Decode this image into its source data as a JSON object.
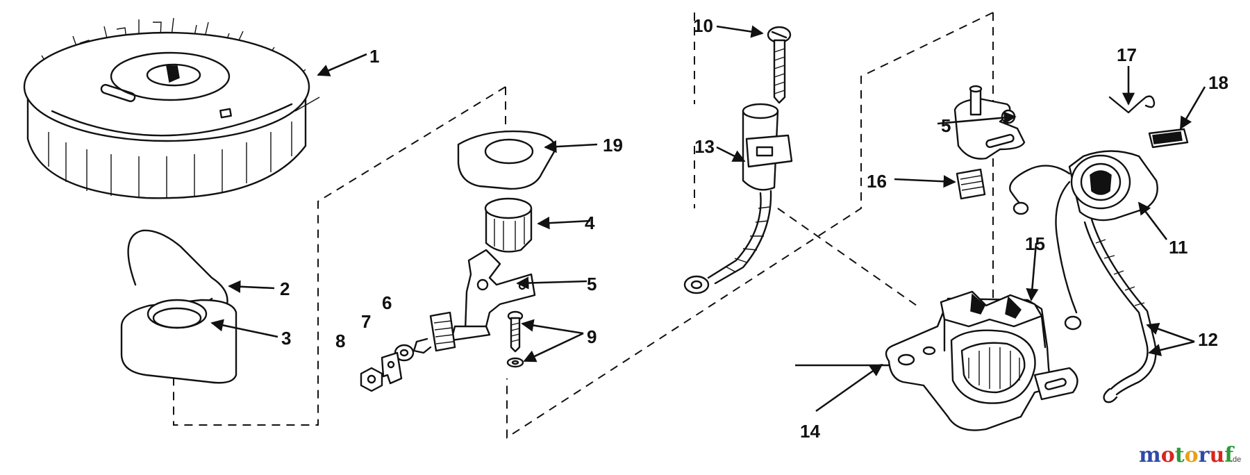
{
  "callouts": {
    "c1": "1",
    "c2": "2",
    "c3": "3",
    "c4": "4",
    "c5a": "5",
    "c5b": "5",
    "c6": "6",
    "c7": "7",
    "c8": "8",
    "c9": "9",
    "c10": "10",
    "c11": "11",
    "c12": "12",
    "c13": "13",
    "c14": "14",
    "c15": "15",
    "c16": "16",
    "c17": "17",
    "c18": "18",
    "c19": "19"
  },
  "watermark": {
    "brand": "motoruf",
    "tld": ".de",
    "colors": [
      "#2e4aa8",
      "#d7261e",
      "#2e9a3a",
      "#e6a21a"
    ]
  }
}
